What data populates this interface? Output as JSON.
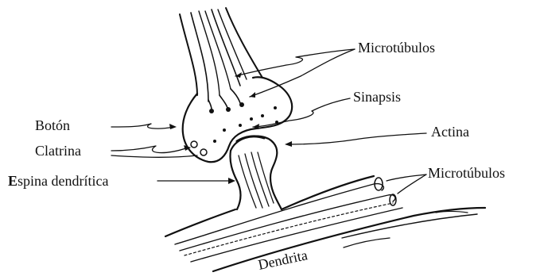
{
  "diagram": {
    "labels": {
      "microtubulos_top": "Microtúbulos",
      "sinapsis": "Sinapsis",
      "actina": "Actina",
      "microtubulos_right": "Microtúbulos",
      "boton": "Botón",
      "clatrina": "Clatrina",
      "espina_prefix": "E",
      "espina_rest": "spina dendrítica",
      "dendrita": "Dendrita"
    }
  }
}
